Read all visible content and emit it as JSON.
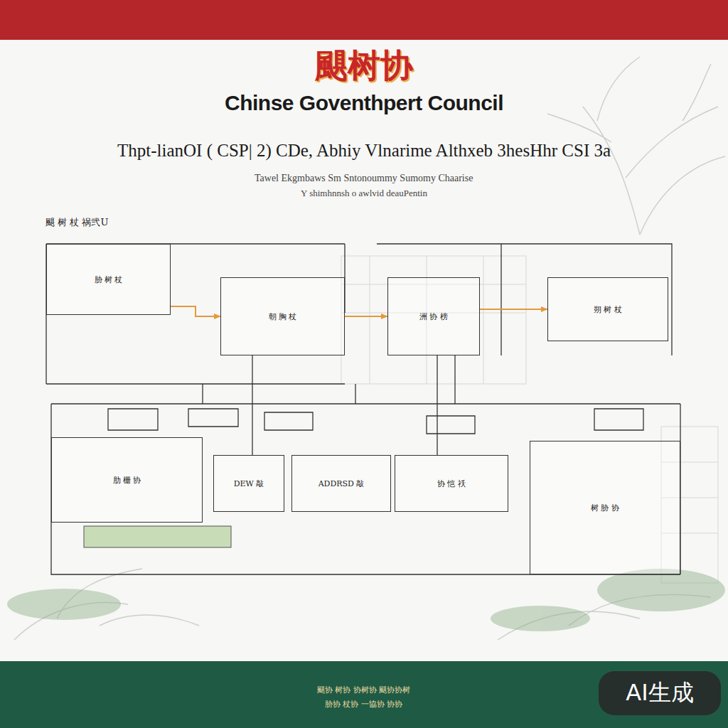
{
  "diagram": {
    "title": "Chinse Goventhpert Council",
    "nodes": [
      {
        "text": [
          "胁 树 杖"
        ]
      },
      {
        "text": [
          "朝 胸 杖"
        ]
      },
      {
        "text": [
          "洲 协 榜"
        ]
      },
      {
        "text": [
          "朔 树 杖"
        ]
      },
      {
        "text": [
          "肋 栅 协"
        ]
      },
      {
        "text": [
          "DEW 敲"
        ]
      },
      {
        "text": [
          "ADDRSD 敲"
        ]
      },
      {
        "text": [
          "协 恺 祅"
        ]
      },
      {
        "text": [
          "树 胁 协"
        ]
      }
    ],
    "edges": [
      {
        "from": 0,
        "to": 1,
        "arrow": "to"
      },
      {
        "from": 1,
        "to": 2,
        "arrow": "to"
      },
      {
        "from": 2,
        "to": 3,
        "arrow": "to"
      },
      {
        "from": 1,
        "to": 5,
        "arrow": "none"
      },
      {
        "from": 2,
        "to": 7,
        "arrow": "none"
      }
    ],
    "labels": [
      "颶树协",
      "Thpt-lianOI ( CSP| 2) CDe, Abhiy Vlnarime Althxeb 3hesHhr CSI 3a",
      "Tawel Ekgmbaws Sm Sntonoummy Sumomy Chaarise",
      "Y shimhnnsh o awlvid deauPentin",
      "颶 树 杖 祸弐U",
      "颶协 树协 协树协 颶协协树",
      "胁协 杖协 一協协 协协",
      "AI生成"
    ]
  }
}
